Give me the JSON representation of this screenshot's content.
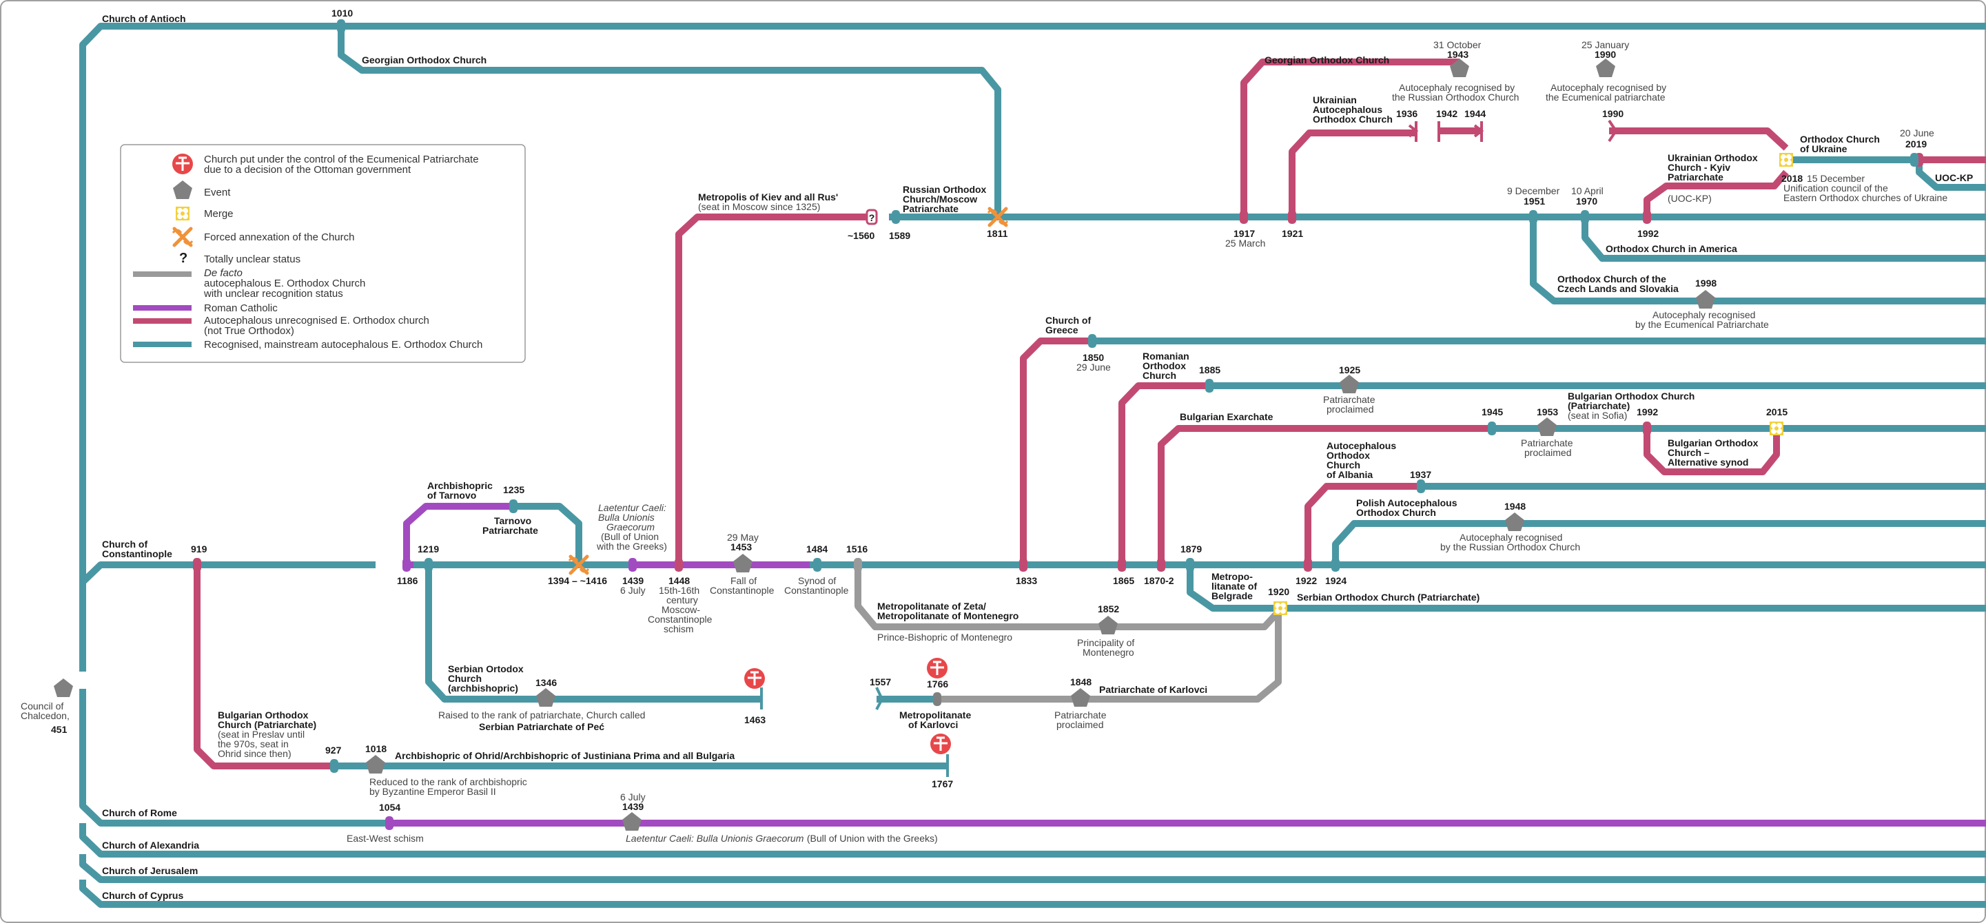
{
  "churches": {
    "antioch": "Church of Antioch",
    "georgian_1": "Georgian Orthodox Church",
    "georgian_2": "Georgian Orthodox Church",
    "russian": [
      "Russian Orthodox",
      "Church/Moscow",
      "Patriarchate"
    ],
    "kiev": [
      "Metropolis of Kiev and all Rus'",
      "(seat in Moscow since 1325)"
    ],
    "ukr_auto": [
      "Ukrainian",
      "Autocephalous",
      "Orthodox Church"
    ],
    "ukr_ocu": [
      "Orthodox Church",
      "of Ukraine"
    ],
    "ukr_kp": [
      "Ukrainian Orthodox",
      "Church - Kyiv",
      "Patriarchate"
    ],
    "ukr_kp_abbr": "(UOC-KP)",
    "uockp": "UOC-KP",
    "america": "Orthodox Church in America",
    "czech": [
      "Orthodox Church of the",
      "Czech Lands and Slovakia"
    ],
    "greece": [
      "Church of",
      "Greece"
    ],
    "romania": [
      "Romanian",
      "Orthodox",
      "Church"
    ],
    "bulg_exarchate": "Bulgarian Exarchate",
    "bulg_patr": [
      "Bulgarian Orthodox Church",
      "(Patriarchate)",
      "(seat in Sofia)"
    ],
    "bulg_alt": [
      "Bulgarian Orthodox",
      "Church –",
      "Alternative synod"
    ],
    "albania": [
      "Autocephalous",
      "Orthodox",
      "Church",
      "of Albania"
    ],
    "poland": [
      "Polish Autocephalous",
      "Orthodox Church"
    ],
    "belgrade": [
      "Metropo-",
      "litanate of",
      "Belgrade"
    ],
    "serbian_patr": "Serbian Orthodox Church (Patriarchate)",
    "zeta": [
      "Metropolitanate of Zeta/",
      "Metropolitanate of Montenegro"
    ],
    "prince_bishopric": "Prince-Bishopric of Montenegro",
    "montenegro": [
      "Principality of",
      "Montenegro"
    ],
    "karlovci_patr": "Patriarchate of Karlovci",
    "karlovci_metro": [
      "Metropolitanate",
      "of Karlovci"
    ],
    "karlovci_patr_procl": [
      "Patriarchate",
      "proclaimed"
    ],
    "constantinople": [
      "Church of",
      "Constantinople"
    ],
    "tarnovo": [
      "Archbishopric",
      "of Tarnovo"
    ],
    "tarnovo_patr": [
      "Tarnovo",
      "Patriarchate"
    ],
    "serbian_arch": [
      "Serbian Ortodox",
      "Church",
      "(archbishopric)"
    ],
    "serbian_arch_note": "Raised to the rank of patriarchate, Church called",
    "serbian_pec": "Serbian Patriarchate of Peć",
    "bulg_preslav": [
      "Bulgarian Orthodox",
      "Church (Patriarchate)",
      "(seat in Preslav until",
      "the 970s, seat in",
      "Ohrid since then)"
    ],
    "ohrid": "Archbishopric of Ohrid/Archbishopric of Justiniana Prima and all Bulgaria",
    "ohrid_note": [
      "Reduced to the rank of archbishopric",
      "by Byzantine Emperor Basil II"
    ],
    "rome": "Church of Rome",
    "alexandria": "Church of Alexandria",
    "jerusalem": "Church of Jerusalem",
    "cyprus": "Church of Cyprus",
    "chalcedon": [
      "Council of",
      "Chalcedon,"
    ],
    "chalcedon_year": "451"
  },
  "events": {
    "oct1943_date": [
      "31 October",
      "1943"
    ],
    "oct1943_text": [
      "Autocephaly recognised by",
      "the Russian Orthodox Church"
    ],
    "jan1990_date": [
      "25 January",
      "1990"
    ],
    "jan1990_text": [
      "Autocephaly recognised by",
      "the Ecumenical patriarchate"
    ],
    "czech1998_text": [
      "Autocephaly recognised",
      "by the Ecumenical Patriarchate"
    ],
    "rom1925_text": [
      "Patriarchate",
      "proclaimed"
    ],
    "bul1953_text": [
      "Patriarchate",
      "proclaimed"
    ],
    "pol1948_text": [
      "Autocephaly recognised",
      "by the Russian Orthodox Church"
    ],
    "unification": [
      "15 December",
      "Unification council of the",
      "Eastern Orthodox churches of Ukraine"
    ],
    "bull": [
      "Laetentur Caeli:",
      "Bulla Unionis",
      "Graecorum",
      "(Bull of Union",
      "with the Greeks)"
    ],
    "schism_15": [
      "15th-16th",
      "century",
      "Moscow-",
      "Constantinople",
      "schism"
    ],
    "fall": [
      "29 May",
      "1453",
      "Fall of",
      "Constantinople"
    ],
    "synod": [
      "Synod of",
      "Constantinople"
    ],
    "eastwest": "East-West schism",
    "rome1439_date": [
      "6 July",
      "1439"
    ],
    "rome1439_bull_it": "Laetentur Caeli: Bulla Unionis Graecorum",
    "rome1439_bull": "(Bull of Union with the Greeks)",
    "greece_date": "29 June",
    "mar1917": "25 March",
    "dec1951": "9 December",
    "apr1970": "10 April",
    "jun2019": "20 June",
    "jul1439": "6 July"
  },
  "years": {
    "y1010": "1010",
    "y1560": "~1560",
    "y1589": "1589",
    "y1811": "1811",
    "y1917": "1917",
    "y1921": "1921",
    "y1936": "1936",
    "y1942": "1942",
    "y1944": "1944",
    "y1951": "1951",
    "y1970": "1970",
    "y1990b": "1990",
    "y1992": "1992",
    "y2018": "2018",
    "y2019": "2019",
    "y1998": "1998",
    "y1850": "1850",
    "y1885": "1885",
    "y1925": "1925",
    "y1945": "1945",
    "y1953": "1953",
    "y1992b": "1992",
    "y2015": "2015",
    "y1937": "1937",
    "y1948": "1948",
    "y1833": "1833",
    "y1865": "1865",
    "y1870": "1870-2",
    "y1879": "1879",
    "y1920": "1920",
    "y1922": "1922",
    "y1924": "1924",
    "y1852": "1852",
    "y1557": "1557",
    "y1766": "1766",
    "y1848": "1848",
    "y1767": "1767",
    "y919": "919",
    "y1186": "1186",
    "y1219": "1219",
    "y1235": "1235",
    "y1394": "1394 – ~1416",
    "y1439": "1439",
    "y1448": "1448",
    "y1484": "1484",
    "y1516": "1516",
    "y1346": "1346",
    "y1463": "1463",
    "y927": "927",
    "y1018": "1018",
    "y1054": "1054"
  },
  "legend": {
    "ottoman": [
      "Church put under the control of the Ecumenical Patriarchate",
      "due to a decision of the Ottoman government"
    ],
    "event": "Event",
    "merge": "Merge",
    "forced": "Forced annexation of the Church",
    "unclear_symbol": "?",
    "unclear": "Totally unclear status",
    "defacto_it": "De facto",
    "defacto": [
      "autocephalous E. Orthodox Church",
      "with unclear recognition status"
    ],
    "roman": "Roman Catholic",
    "unrecognised": [
      "Autocephalous unrecognised E. Orthodox church",
      "(not True Orthodox)"
    ],
    "recognised": "Recognised, mainstream autocephalous E. Orthodox Church"
  },
  "colors": {
    "recognised": "#4a97a4",
    "unrecognised": "#c24a72",
    "roman": "#a24bc0",
    "defacto": "#9a9a9a",
    "event": "#808080",
    "merge": "#f2d13c",
    "forced": "#f0923a",
    "ottoman": "#e8474a"
  }
}
